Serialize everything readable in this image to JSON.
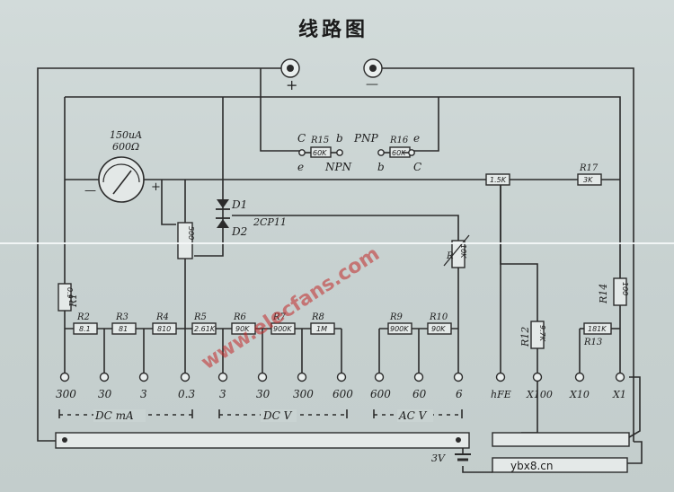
{
  "title": "线路图",
  "terminals": {
    "pos": "+",
    "neg": "—"
  },
  "meter": {
    "current": "150uA",
    "resistance": "600Ω",
    "neg": "—",
    "pos": "+"
  },
  "transistor": {
    "npn": {
      "c": "C",
      "e": "e",
      "r": "R15",
      "rv": "60K",
      "b": "b",
      "type": "NPN"
    },
    "pnp": {
      "b": "b",
      "c": "C",
      "r": "R16",
      "rv": "60K",
      "e": "e",
      "type": "PNP"
    }
  },
  "diodes": {
    "d1": "D1",
    "d2": "D2",
    "part": "2CP11"
  },
  "resistors": {
    "r1": {
      "n": "R1",
      "v": "0.9"
    },
    "r2": {
      "n": "R2",
      "v": "8.1"
    },
    "r3": {
      "n": "R3",
      "v": "81"
    },
    "r4": {
      "n": "R4",
      "v": "810"
    },
    "r5": {
      "n": "R5",
      "v": "2.61K"
    },
    "r6": {
      "n": "R6",
      "v": "90K"
    },
    "r7": {
      "n": "R7",
      "v": "900K"
    },
    "r8": {
      "n": "R8",
      "v": "1M"
    },
    "r9": {
      "n": "R9",
      "v": "900K"
    },
    "r10": {
      "n": "R10",
      "v": "90K"
    },
    "r11": {
      "v": "1.5K"
    },
    "r12": {
      "n": "R12",
      "v": "9.7K"
    },
    "r13": {
      "n": "R13",
      "v": "181K"
    },
    "r14": {
      "n": "R14",
      "v": "100"
    },
    "r17": {
      "n": "R17",
      "v": "3K"
    },
    "pot": {
      "n": "R",
      "v": "10K"
    },
    "vr": {
      "v": "500"
    }
  },
  "ranges": {
    "dcma": [
      "300",
      "30",
      "3",
      "0.3"
    ],
    "dcv": [
      "3",
      "30",
      "300",
      "600"
    ],
    "acv": [
      "600",
      "60",
      "6"
    ],
    "ohm": [
      "hFE",
      "X100",
      "X10",
      "X1"
    ]
  },
  "groups": {
    "dcma": "DC mA",
    "dcv": "DC V",
    "acv": "AC V"
  },
  "battery": "3V",
  "watermark": "www.elecfans.com",
  "footer": "ybx8.cn"
}
